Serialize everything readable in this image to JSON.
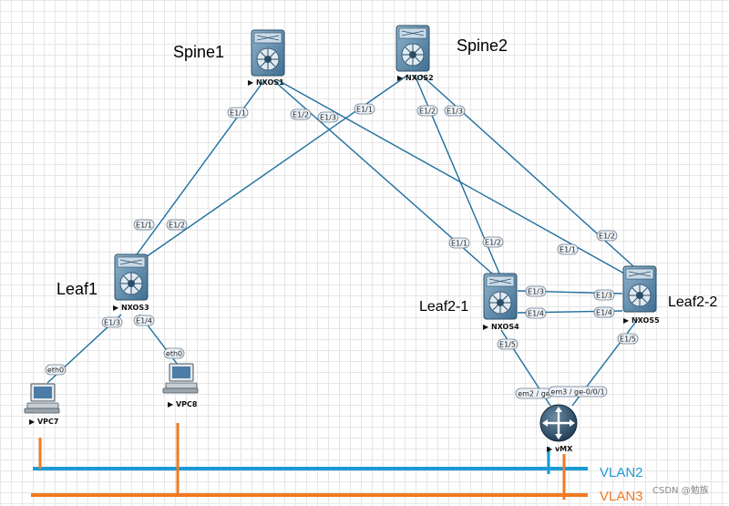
{
  "nodes": {
    "nxos1": {
      "label": "NXOS1",
      "title": "Spine1"
    },
    "nxos2": {
      "label": "NXOS2",
      "title": "Spine2"
    },
    "nxos3": {
      "label": "NXOS3",
      "title": "Leaf1"
    },
    "nxos4": {
      "label": "NXOS4",
      "title": "Leaf2-1"
    },
    "nxos5": {
      "label": "NXOS5",
      "title": "Leaf2-2"
    },
    "vpc7": {
      "label": "VPC7"
    },
    "vpc8": {
      "label": "VPC8"
    },
    "vmx": {
      "label": "vMX"
    }
  },
  "ports": {
    "n1_e11": "E1/1",
    "n1_e12": "E1/2",
    "n1_e13": "E1/3",
    "n2_e11": "E1/1",
    "n2_e12": "E1/2",
    "n2_e13": "E1/3",
    "n3_e11": "E1/1",
    "n3_e12": "E1/2",
    "n3_e13": "E1/3",
    "n3_e14": "E1/4",
    "n4_e11": "E1/1",
    "n4_e12": "E1/2",
    "n4_e13": "E1/3",
    "n4_e14": "E1/4",
    "n4_e15": "E1/5",
    "n5_e11": "E1/1",
    "n5_e12": "E1/2",
    "n5_e13": "E1/3",
    "n5_e14": "E1/4",
    "n5_e15": "E1/5",
    "vpc7_eth0": "eth0",
    "vpc8_eth0": "eth0",
    "vmx_em2": "em2 / ge",
    "vmx_em3": "em3 / ge-0/0/1"
  },
  "vlans": {
    "vlan2": {
      "label": "VLAN2",
      "color": "#1a9ad6"
    },
    "vlan3": {
      "label": "VLAN3",
      "color": "#f07a22"
    }
  },
  "watermark": "CSDN @勉族",
  "colors": {
    "link": "#1f6f9e",
    "device": "#5a87a6"
  }
}
